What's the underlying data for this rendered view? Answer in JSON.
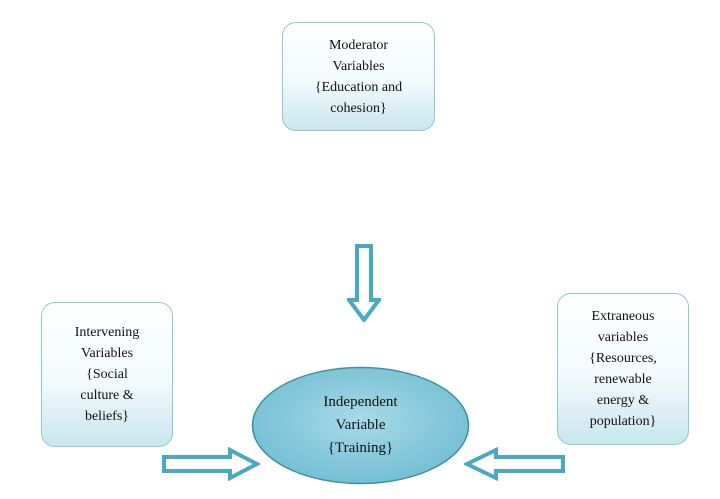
{
  "moderator": {
    "text": "Moderator Variables {Education and cohesion}"
  },
  "intervening": {
    "text": "Intervening Variables {Social culture & beliefs}"
  },
  "extraneous": {
    "text": "Extraneous variables {Resources, renewable energy & population}"
  },
  "independent": {
    "text": "Independent Variable {Training}"
  },
  "colors": {
    "arrow": "#4aa8c0",
    "ellipse": "#7cc4d6",
    "box_border": "#8cc7d6"
  }
}
